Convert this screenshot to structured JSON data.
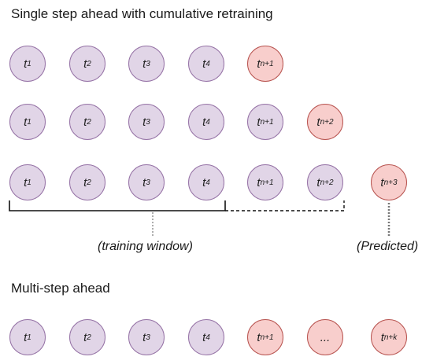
{
  "titles": {
    "single": "Single step ahead with cumulative retraining",
    "multi": "Multi-step ahead"
  },
  "captions": {
    "training": "(training window)",
    "predicted": "(Predicted)"
  },
  "rows": [
    [
      {
        "base": "t",
        "sub": "1",
        "kind": "train"
      },
      {
        "base": "t",
        "sub": "2",
        "kind": "train"
      },
      {
        "base": "t",
        "sub": "3",
        "kind": "train"
      },
      {
        "base": "t",
        "sub": "4",
        "kind": "train"
      },
      {
        "base": "t",
        "sub": "n+1",
        "kind": "pred"
      }
    ],
    [
      {
        "base": "t",
        "sub": "1",
        "kind": "train"
      },
      {
        "base": "t",
        "sub": "2",
        "kind": "train"
      },
      {
        "base": "t",
        "sub": "3",
        "kind": "train"
      },
      {
        "base": "t",
        "sub": "4",
        "kind": "train"
      },
      {
        "base": "t",
        "sub": "n+1",
        "kind": "train"
      },
      {
        "base": "t",
        "sub": "n+2",
        "kind": "pred"
      }
    ],
    [
      {
        "base": "t",
        "sub": "1",
        "kind": "train"
      },
      {
        "base": "t",
        "sub": "2",
        "kind": "train"
      },
      {
        "base": "t",
        "sub": "3",
        "kind": "train"
      },
      {
        "base": "t",
        "sub": "4",
        "kind": "train"
      },
      {
        "base": "t",
        "sub": "n+1",
        "kind": "train"
      },
      {
        "base": "t",
        "sub": "n+2",
        "kind": "train"
      },
      {
        "base": "t",
        "sub": "n+3",
        "kind": "pred"
      }
    ],
    [
      {
        "base": "t",
        "sub": "1",
        "kind": "train"
      },
      {
        "base": "t",
        "sub": "2",
        "kind": "train"
      },
      {
        "base": "t",
        "sub": "3",
        "kind": "train"
      },
      {
        "base": "t",
        "sub": "4",
        "kind": "train"
      },
      {
        "base": "t",
        "sub": "n+1",
        "kind": "pred"
      },
      {
        "base": "...",
        "sub": "",
        "kind": "pred"
      },
      {
        "base": "t",
        "sub": "n+k",
        "kind": "pred"
      }
    ]
  ],
  "colors": {
    "train_fill": "#e1d5e7",
    "train_border": "#9673a6",
    "pred_fill": "#f8cecc",
    "pred_border": "#b85450"
  }
}
